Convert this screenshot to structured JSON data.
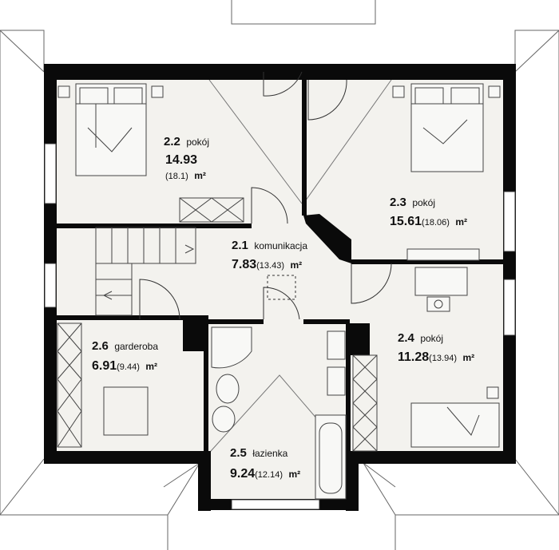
{
  "rooms": [
    {
      "number": "2.1",
      "name": "komunikacja",
      "area": "7.83",
      "total": "(13.43)",
      "unit": "m²"
    },
    {
      "number": "2.2",
      "name": "pokój",
      "area": "14.93",
      "total": "(18.1)",
      "unit": "m²"
    },
    {
      "number": "2.3",
      "name": "pokój",
      "area": "15.61",
      "total": "(18.06)",
      "unit": "m²"
    },
    {
      "number": "2.4",
      "name": "pokój",
      "area": "11.28",
      "total": "(13.94)",
      "unit": "m²"
    },
    {
      "number": "2.5",
      "name": "łazienka",
      "area": "9.24",
      "total": "(12.14)",
      "unit": "m²"
    },
    {
      "number": "2.6",
      "name": "garderoba",
      "area": "6.91",
      "total": "(9.44)",
      "unit": "m²"
    }
  ],
  "colors": {
    "wall": "#0a0a0a",
    "floor": "#f3f2ee",
    "line": "#555555",
    "window": "#ffffff"
  }
}
